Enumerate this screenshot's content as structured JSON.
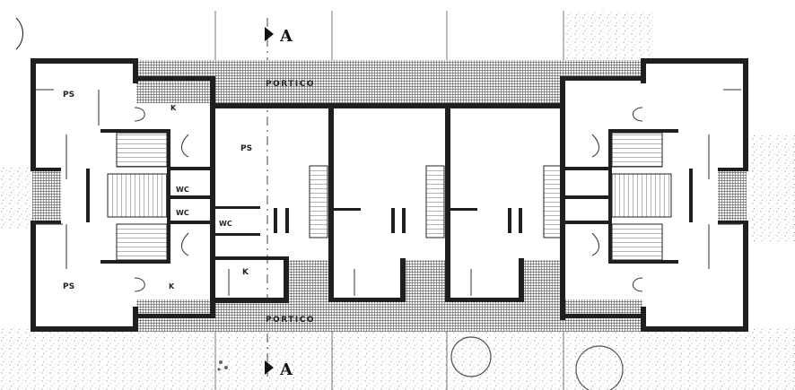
{
  "labels": {
    "portico_top": "PORTICO",
    "portico_bottom": "PORTICO",
    "section_top": "A",
    "section_bottom": "A",
    "ps_left_top": "PS",
    "ps_left_bottom": "PS",
    "ps_center": "PS",
    "k_left_top": "K",
    "k_left_bottom": "K",
    "k_center": "K",
    "wc_left_1": "WC",
    "wc_left_2": "WC",
    "wc_center": "WC"
  },
  "colors": {
    "ink": "#1f1f1f",
    "paper": "#ffffff",
    "hatch": "#555555",
    "garden": "#bdbdbd"
  }
}
